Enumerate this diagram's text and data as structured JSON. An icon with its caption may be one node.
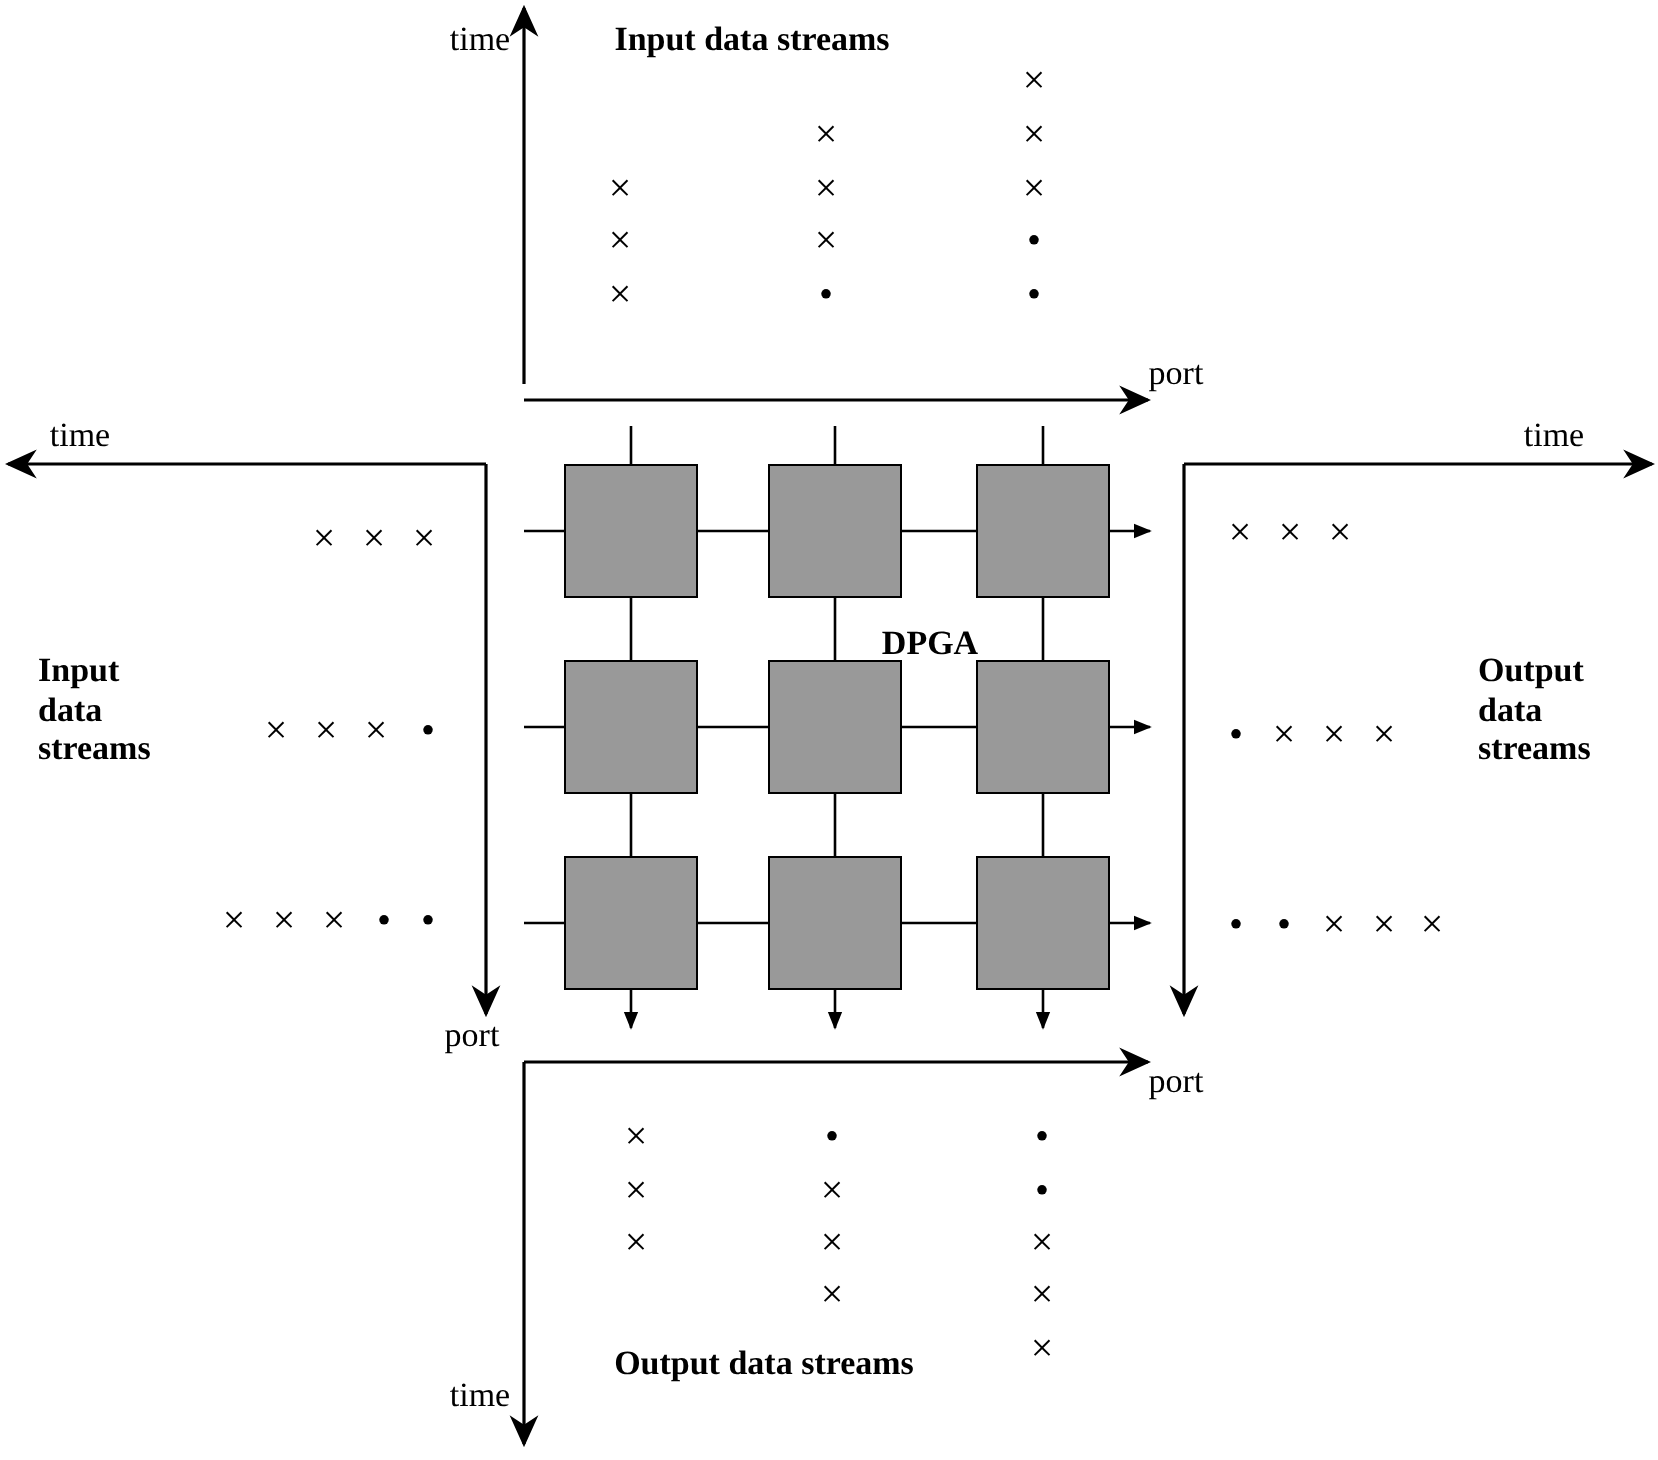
{
  "diagram": {
    "nodes": [
      {
        "text": [],
        "shape": "box"
      },
      {
        "text": [],
        "shape": "box"
      },
      {
        "text": [],
        "shape": "box"
      },
      {
        "text": [],
        "shape": "box"
      },
      {
        "text": [],
        "shape": "box"
      },
      {
        "text": [],
        "shape": "box"
      },
      {
        "text": [],
        "shape": "box"
      },
      {
        "text": [],
        "shape": "box"
      },
      {
        "text": [],
        "shape": "box"
      }
    ],
    "edges": [
      {
        "from": null,
        "to": 0,
        "arrow": "none"
      },
      {
        "from": null,
        "to": 1,
        "arrow": "none"
      },
      {
        "from": null,
        "to": 2,
        "arrow": "none"
      },
      {
        "from": null,
        "to": 0,
        "arrow": "none"
      },
      {
        "from": 0,
        "to": 1,
        "arrow": "none"
      },
      {
        "from": 1,
        "to": 2,
        "arrow": "none"
      },
      {
        "from": 2,
        "to": null,
        "arrow": "to"
      },
      {
        "from": 0,
        "to": 3,
        "arrow": "none"
      },
      {
        "from": 1,
        "to": 4,
        "arrow": "none"
      },
      {
        "from": 2,
        "to": 5,
        "arrow": "none"
      },
      {
        "from": null,
        "to": 3,
        "arrow": "none"
      },
      {
        "from": 3,
        "to": 4,
        "arrow": "none"
      },
      {
        "from": 4,
        "to": 5,
        "arrow": "none"
      },
      {
        "from": 5,
        "to": null,
        "arrow": "to"
      },
      {
        "from": 3,
        "to": 6,
        "arrow": "none"
      },
      {
        "from": 4,
        "to": 7,
        "arrow": "none"
      },
      {
        "from": 5,
        "to": 8,
        "arrow": "none"
      },
      {
        "from": null,
        "to": 6,
        "arrow": "none"
      },
      {
        "from": 6,
        "to": 7,
        "arrow": "none"
      },
      {
        "from": 7,
        "to": 8,
        "arrow": "none"
      },
      {
        "from": 8,
        "to": null,
        "arrow": "to"
      },
      {
        "from": 6,
        "to": null,
        "arrow": "to"
      },
      {
        "from": 7,
        "to": null,
        "arrow": "to"
      },
      {
        "from": 8,
        "to": null,
        "arrow": "to"
      }
    ],
    "labels": [
      "time",
      "Input data streams",
      "×",
      "×",
      "×",
      "×",
      "×",
      "×",
      "×",
      "×",
      "•",
      "×",
      "•",
      "•",
      "port",
      "time",
      "time",
      "×",
      "×",
      "×",
      "×",
      "×",
      "×",
      "Input data streams",
      "DPGA",
      "Output data streams",
      "×",
      "×",
      "×",
      "•",
      "•",
      "×",
      "×",
      "×",
      "×",
      "×",
      "×",
      "•",
      "•",
      "•",
      "•",
      "×",
      "×",
      "×",
      "port",
      "port",
      "×",
      "•",
      "•",
      "×",
      "×",
      "•",
      "×",
      "×",
      "×",
      "×",
      "×",
      "×",
      "Output data streams",
      "time"
    ]
  }
}
